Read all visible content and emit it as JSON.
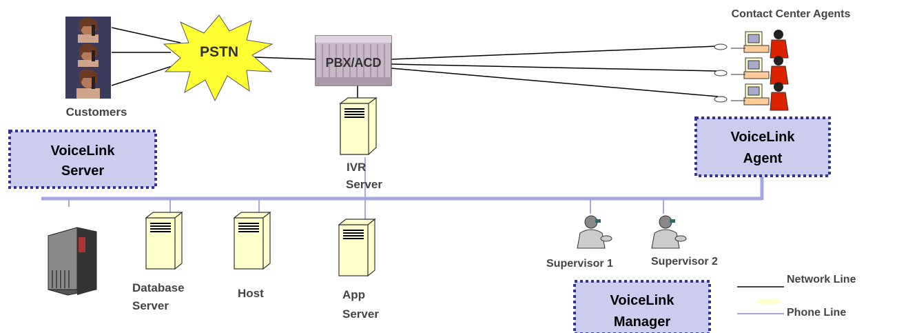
{
  "labels": {
    "contact_center_agents": "Contact Center Agents",
    "customers": "Customers",
    "pstn": "PSTN",
    "pbx_acd": "PBX/ACD",
    "ivr_line1": "IVR",
    "ivr_line2": "Server",
    "database_line1": "Database",
    "database_line2": "Server",
    "host": "Host",
    "app_line1": "App",
    "app_line2": "Server",
    "supervisor_1": "Supervisor 1",
    "supervisor_2": "Supervisor 2"
  },
  "boxes": {
    "server_line1": "VoiceLink",
    "server_line2": "Server",
    "agent_line1": "VoiceLink",
    "agent_line2": "Agent",
    "manager_line1": "VoiceLink",
    "manager_line2": "Manager"
  },
  "legend": {
    "network_line": "Network Line",
    "phone_line": "Phone Line"
  },
  "colors": {
    "network_line": "#000000",
    "phone_line": "#a8a8e0",
    "box_fill": "#ccccee",
    "box_border": "#333399",
    "pstn_fill": "#ffff33"
  }
}
